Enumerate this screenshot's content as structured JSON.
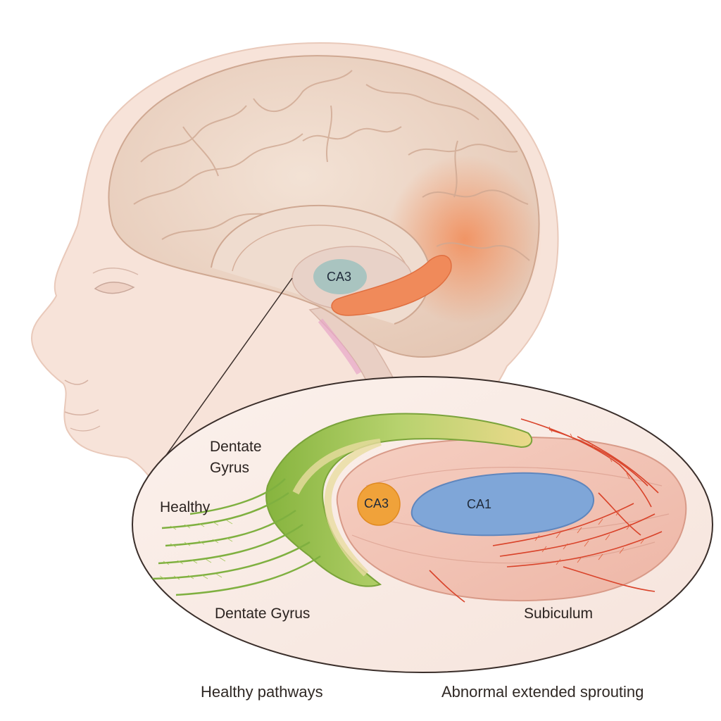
{
  "labels": {
    "brain_ca3": "CA3",
    "inset_dentate_gyrus_top": "Dentate\nGyrus",
    "inset_healthy": "Healthy",
    "inset_ca3": "CA3",
    "inset_ca1": "CA1",
    "inset_dentate_gyrus_bottom": "Dentate Gyrus",
    "inset_subiculum": "Subiculum"
  },
  "captions": {
    "left": "Healthy pathways",
    "right": "Abnormal extended sprouting"
  },
  "colors": {
    "skin": "#f7e3d9",
    "brain": "#eed7c6",
    "brain_shadow": "#d9b8a3",
    "highlight_orange": "#f08a5a",
    "ca3_brain": "#a9c4c0",
    "ca3_inset": "#f0a23a",
    "ca1": "#7fa6d8",
    "healthy_green": "#9cc556",
    "healthy_yellow": "#ecd98a",
    "sprouting_red": "#d9432a",
    "hippocampus_pink": "#f2c3b6"
  }
}
